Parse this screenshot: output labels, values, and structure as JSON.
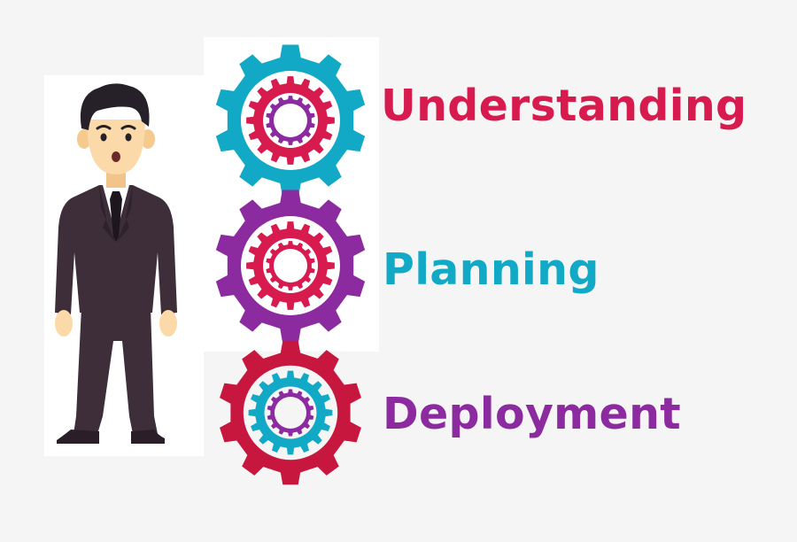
{
  "colors": {
    "pink": "#d81b4f",
    "cyan": "#12a9c6",
    "purple": "#8c2aa0",
    "crimson": "#c8173f",
    "background": "#f5f5f5",
    "panel": "#ffffff"
  },
  "steps": [
    {
      "label": "Understanding",
      "text_color": "#d81b4f",
      "gear_outer": "#12a9c6",
      "gear_middle": "#d81b4f",
      "gear_inner": "#8c2aa0",
      "icon": "gear-icon"
    },
    {
      "label": "Planning",
      "text_color": "#12a9c6",
      "gear_outer": "#8c2aa0",
      "gear_middle": "#d81b4f",
      "gear_inner": "#d81b4f",
      "icon": "gear-icon"
    },
    {
      "label": "Deployment",
      "text_color": "#8c2aa0",
      "gear_outer": "#c8173f",
      "gear_middle": "#12a9c6",
      "gear_inner": "#8c2aa0",
      "icon": "gear-icon"
    }
  ],
  "person": {
    "icon": "businessman-icon",
    "suit_color": "#3d2e3a",
    "hair_color": "#262028",
    "skin_color": "#fcd9a8"
  }
}
